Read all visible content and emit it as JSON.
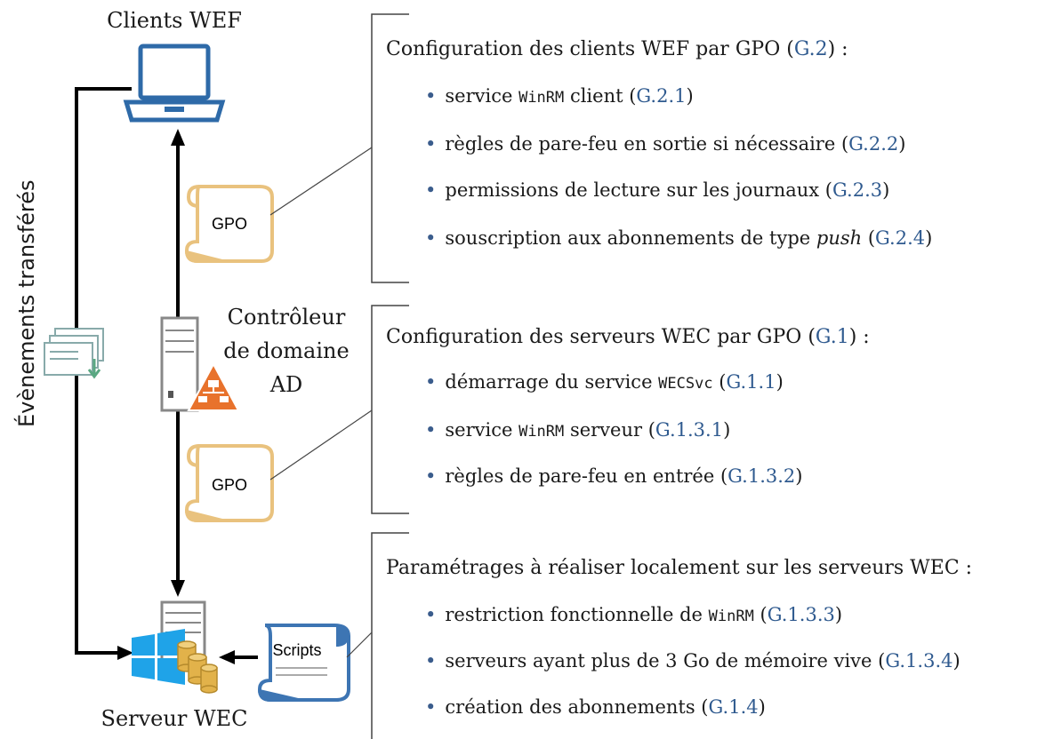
{
  "labels": {
    "clients": "Clients WEF",
    "dc_line1": "Contrôleur",
    "dc_line2": "de domaine",
    "dc_line3": "AD",
    "server": "Serveur WEC",
    "events": "Évènements transférés",
    "gpo1": "GPO",
    "gpo2": "GPO",
    "scripts": "Scripts"
  },
  "sections": [
    {
      "title_pre": "Configuration des clients WEF par GPO (",
      "title_ref": "G.2",
      "title_post": ") :",
      "items": [
        {
          "pre": "service ",
          "code": "WinRM",
          "post": " client (",
          "ref": "G.2.1",
          "end": ")"
        },
        {
          "pre": "règles de pare-feu en sortie si nécessaire (",
          "ref": "G.2.2",
          "end": ")"
        },
        {
          "pre": "permissions de lecture sur les journaux (",
          "ref": "G.2.3",
          "end": ")"
        },
        {
          "pre": "souscription aux abonnements de type ",
          "em": "push",
          "post": " (",
          "ref": "G.2.4",
          "end": ")"
        }
      ]
    },
    {
      "title_pre": "Configuration des serveurs WEC par GPO (",
      "title_ref": "G.1",
      "title_post": ") :",
      "items": [
        {
          "pre": "démarrage du service ",
          "code": "WECSvc",
          "post": " (",
          "ref": "G.1.1",
          "end": ")"
        },
        {
          "pre": "service ",
          "code": "WinRM",
          "post": " serveur (",
          "ref": "G.1.3.1",
          "end": ")"
        },
        {
          "pre": "règles de pare-feu en entrée (",
          "ref": "G.1.3.2",
          "end": ")"
        }
      ]
    },
    {
      "title": "Paramétrages à réaliser localement sur les serveurs WEC :",
      "items": [
        {
          "pre": "restriction fonctionnelle de ",
          "code": "WinRM",
          "post": " (",
          "ref": "G.1.3.3",
          "end": ")"
        },
        {
          "pre": "serveurs ayant plus de 3 Go de mémoire vive (",
          "ref": "G.1.3.4",
          "end": ")"
        },
        {
          "pre": "création des abonnements (",
          "ref": "G.1.4",
          "end": ")"
        }
      ]
    }
  ],
  "colors": {
    "laptop": "#2e6aa8",
    "gpo_scroll": "#e9c27e",
    "scripts_scroll": "#3d75b3",
    "ad_triangle": "#e8722c",
    "windows": "#1fa3e8",
    "db": "#e2b24a",
    "ref": "#2f5a8f",
    "mail_arrow": "#5aa882"
  }
}
